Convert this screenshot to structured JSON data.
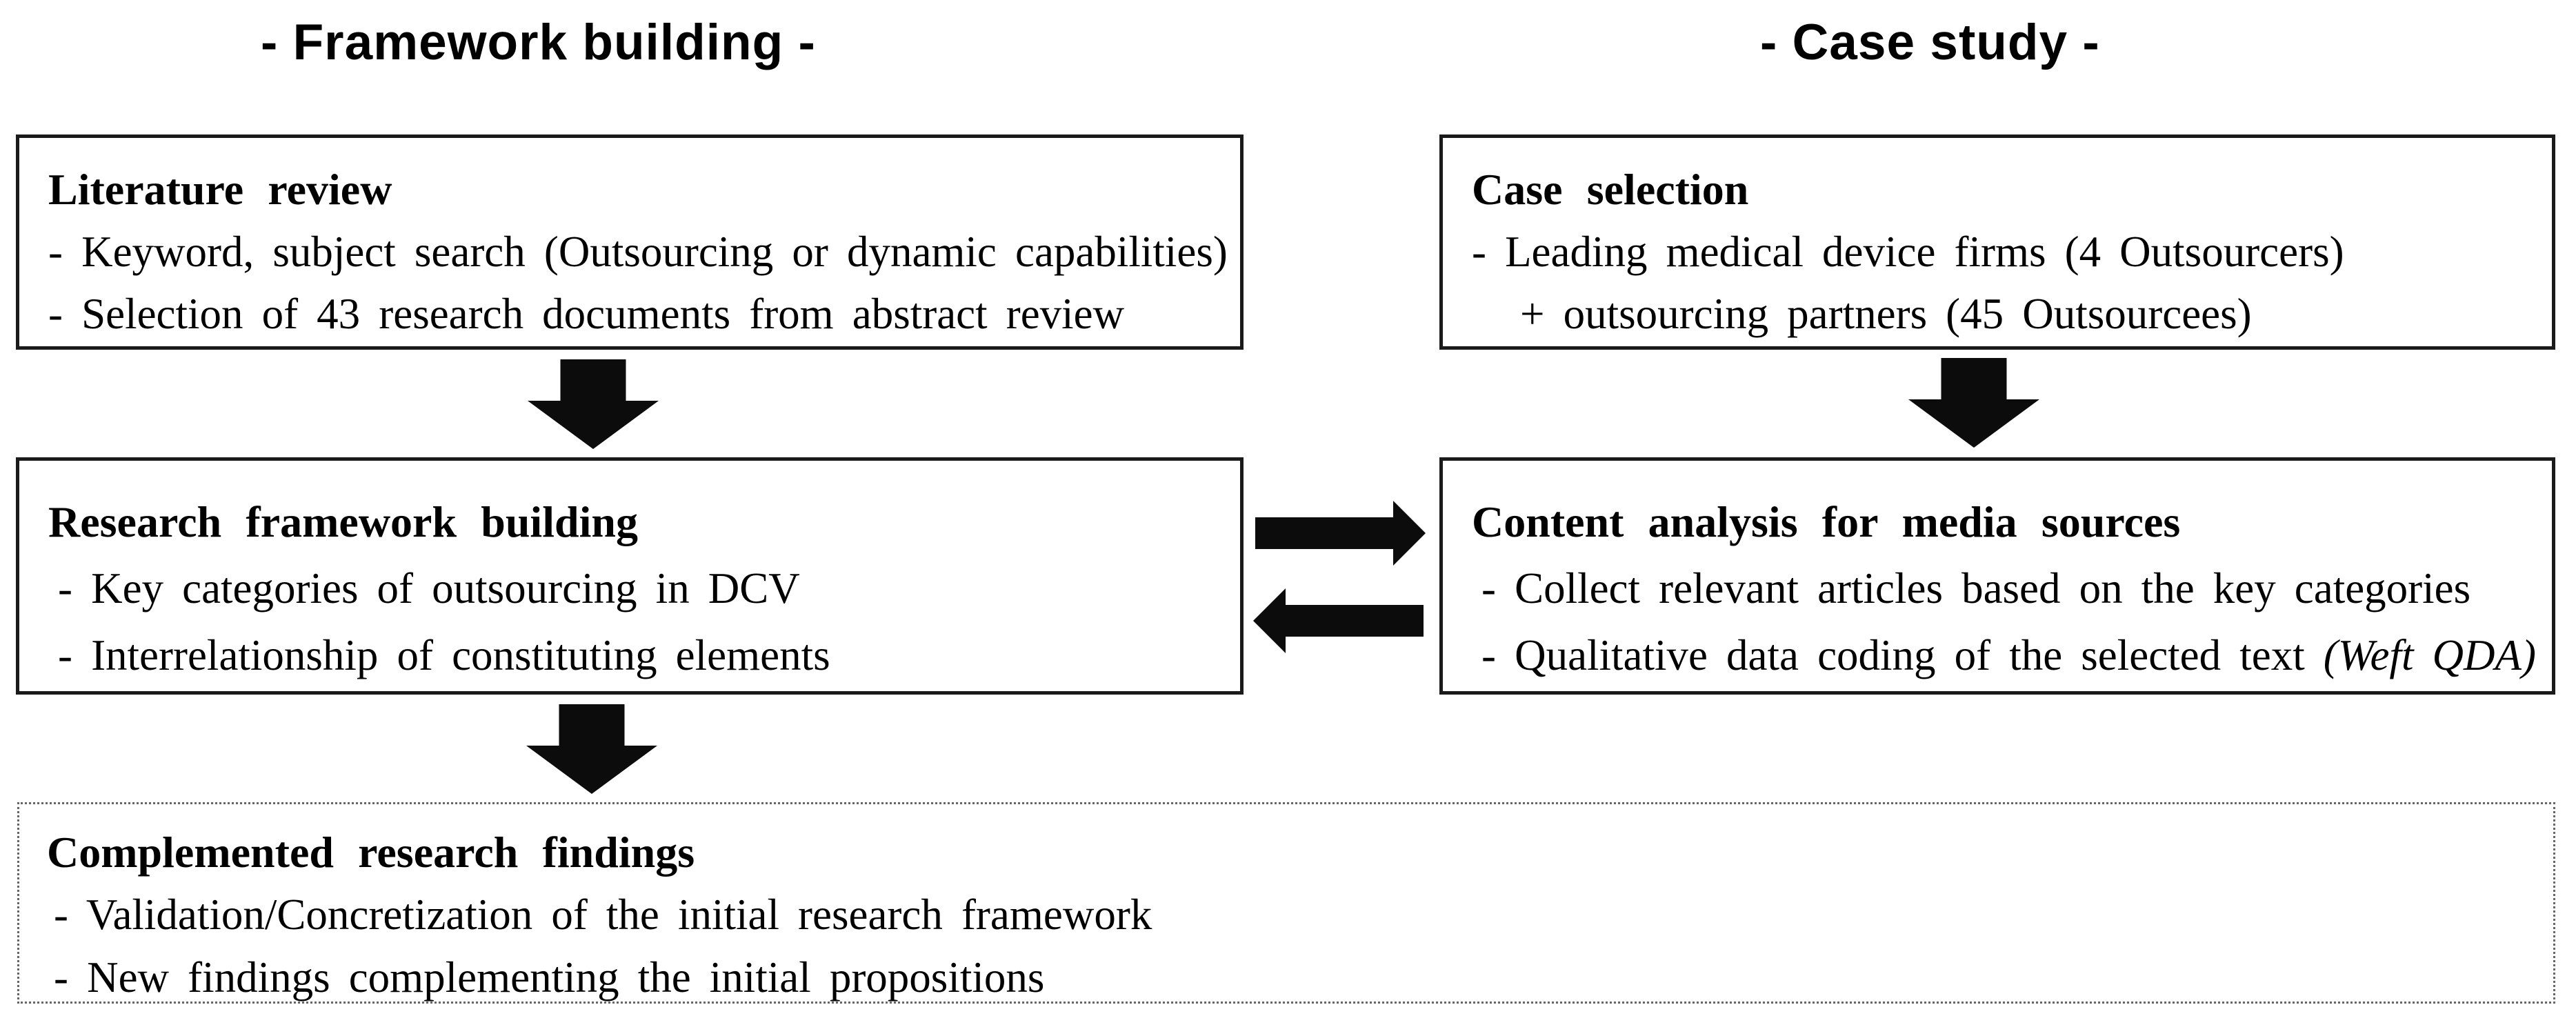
{
  "headers": {
    "left": "- Framework building -",
    "right": "- Case study -"
  },
  "boxes": {
    "literature_review": {
      "title": "Literature review",
      "lines": [
        "- Keyword, subject search (Outsourcing or dynamic capabilities)",
        "- Selection of 43 research documents from abstract review"
      ]
    },
    "case_selection": {
      "title": "Case selection",
      "lines": [
        "- Leading medical device firms (4 Outsourcers)",
        "+ outsourcing partners (45 Outsourcees)"
      ]
    },
    "research_framework": {
      "title": "Research framework building",
      "lines": [
        "- Key categories of outsourcing in DCV",
        "- Interrelationship of constituting elements"
      ]
    },
    "content_analysis": {
      "title": "Content analysis for media sources",
      "lines": [
        "- Collect relevant articles based on the key categories",
        "- Qualitative data coding of the selected text"
      ],
      "italic_note": "(Weft QDA)"
    },
    "complemented_findings": {
      "title": "Complemented research findings",
      "lines": [
        "- Validation/Concretization of the initial research framework",
        "- New findings complementing the initial propositions"
      ]
    }
  },
  "icons": {
    "down_arrow": "block-down-arrow",
    "right_arrow": "block-right-arrow",
    "left_arrow": "block-left-arrow"
  },
  "colors": {
    "background": "#ffffff",
    "text": "#000000",
    "solid_border": "#1a1a1a",
    "dotted_border": "#666666",
    "arrow_fill": "#0c0c0c"
  }
}
